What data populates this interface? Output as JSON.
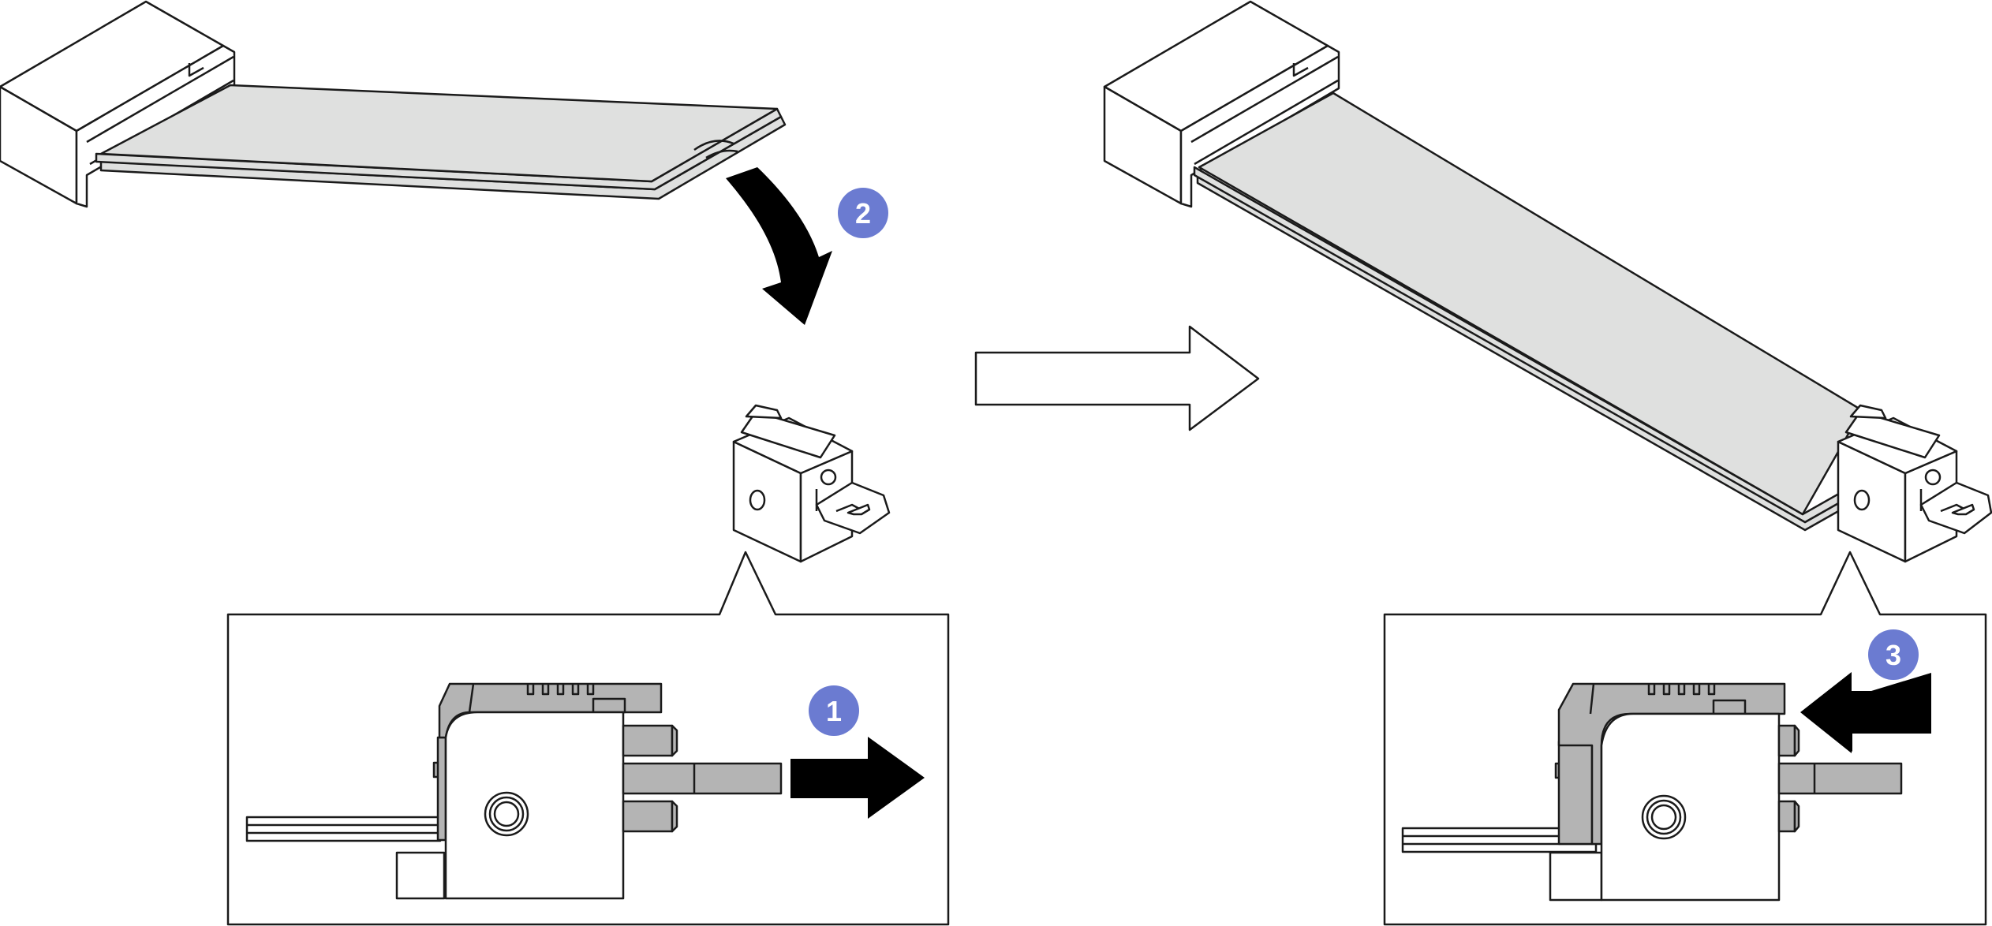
{
  "figure": {
    "callouts": [
      {
        "label": "1"
      },
      {
        "label": "2"
      },
      {
        "label": "3"
      }
    ]
  },
  "colors": {
    "line": "#1a1a1a",
    "card_fill": "#dfe0df",
    "card_edge": "#cfd0cf",
    "part_fill": "#ffffff",
    "gray_part": "#b4b4b4",
    "callout_fill": "#6b7bd1",
    "callout_text": "#ffffff",
    "arrow_fill": "#000000"
  },
  "icons": {
    "step_arrow": "right-arrow-outline-icon",
    "curved_arrow": "curved-down-arrow-icon",
    "pull_arrow": "right-arrow-icon",
    "push_arrow": "left-arrow-icon"
  }
}
